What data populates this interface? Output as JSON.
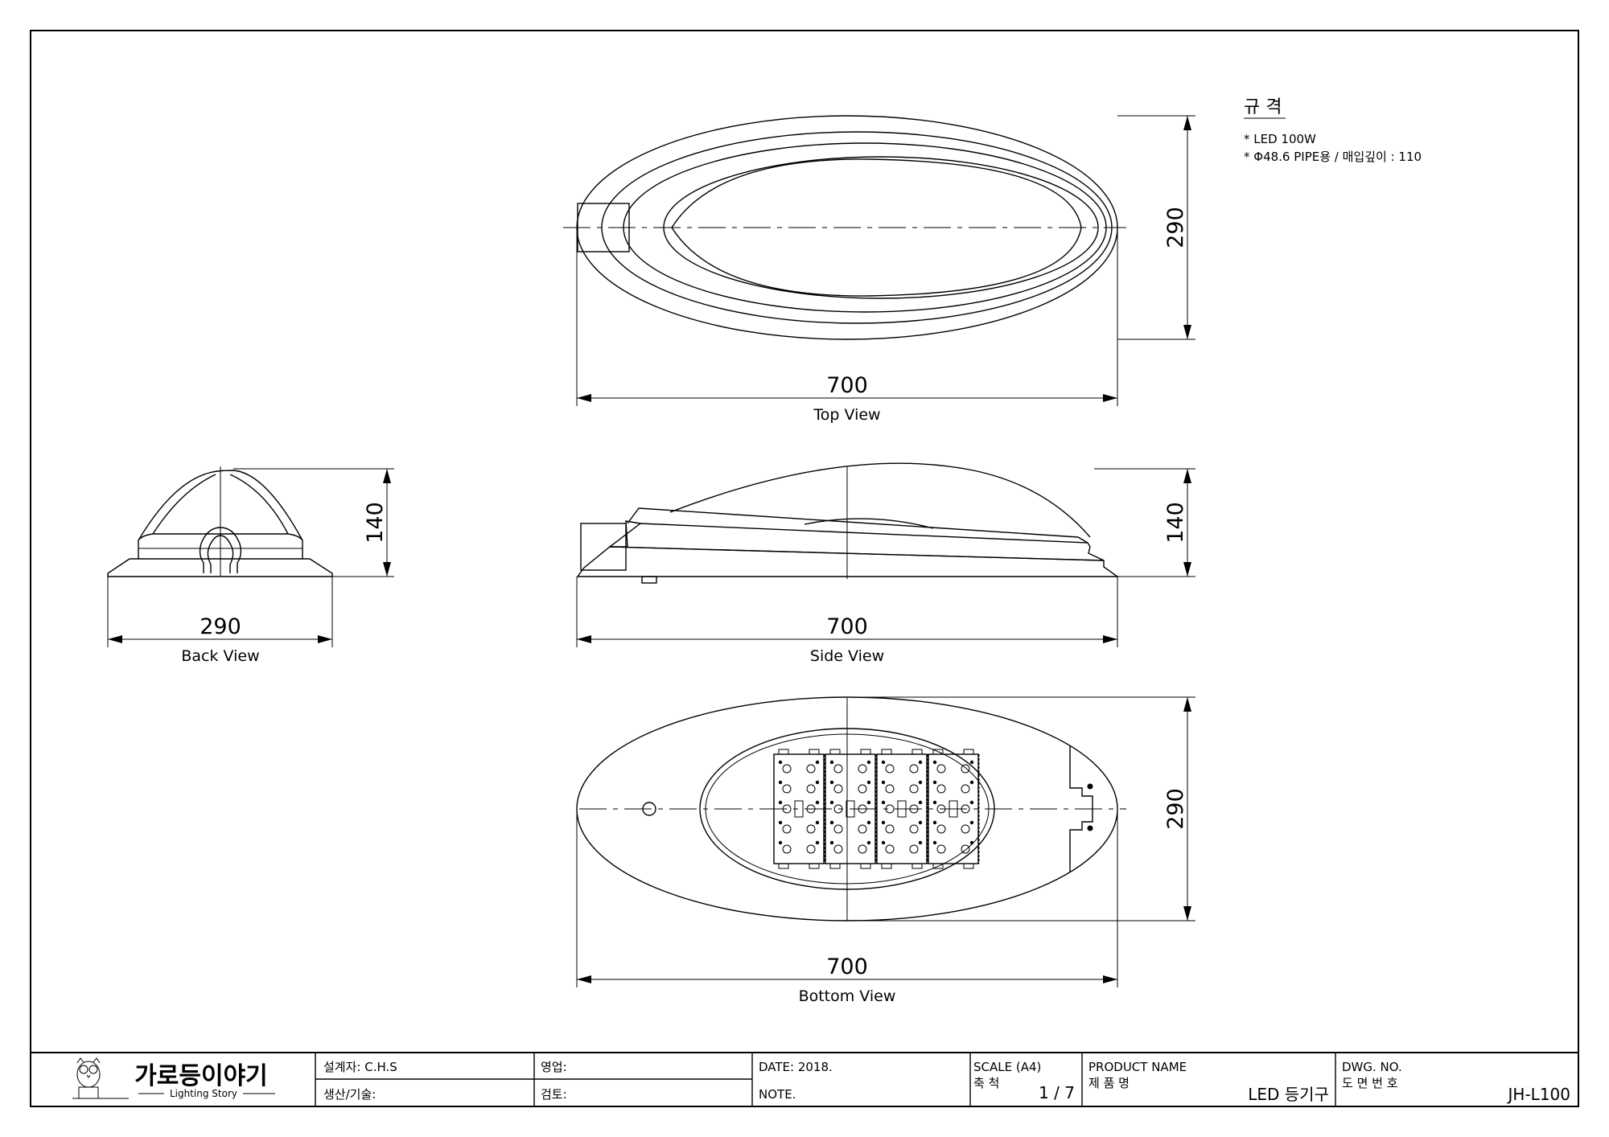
{
  "spec": {
    "title": "규 격",
    "items": [
      "* LED 100W",
      "* Φ48.6 PIPE용 / 매입깊이 : 110"
    ]
  },
  "views": {
    "top": {
      "label": "Top View",
      "width_dim": "700",
      "height_dim": "290"
    },
    "side": {
      "label": "Side View",
      "width_dim": "700",
      "height_dim": "140"
    },
    "back": {
      "label": "Back View",
      "width_dim": "290",
      "height_dim": "140"
    },
    "bottom": {
      "label": "Bottom View",
      "width_dim": "700",
      "height_dim": "290"
    }
  },
  "title_block": {
    "brand": "가로등이야기",
    "brand_sub": "Lighting Story",
    "designer": "설계자: C.H.S",
    "production": "생산/기술:",
    "sales": "영업:",
    "review": "검토:",
    "date": "DATE: 2018.",
    "note": "NOTE.",
    "scale_label": "SCALE (A4)",
    "scale_label_kr": "축 척",
    "scale_value": "1 / 7",
    "product_label": "PRODUCT NAME",
    "product_label_kr": "제 품 명",
    "product_value": "LED 등기구",
    "dwg_label": "DWG. NO.",
    "dwg_label_kr": "도 면 번 호",
    "dwg_value": "JH-L100"
  }
}
